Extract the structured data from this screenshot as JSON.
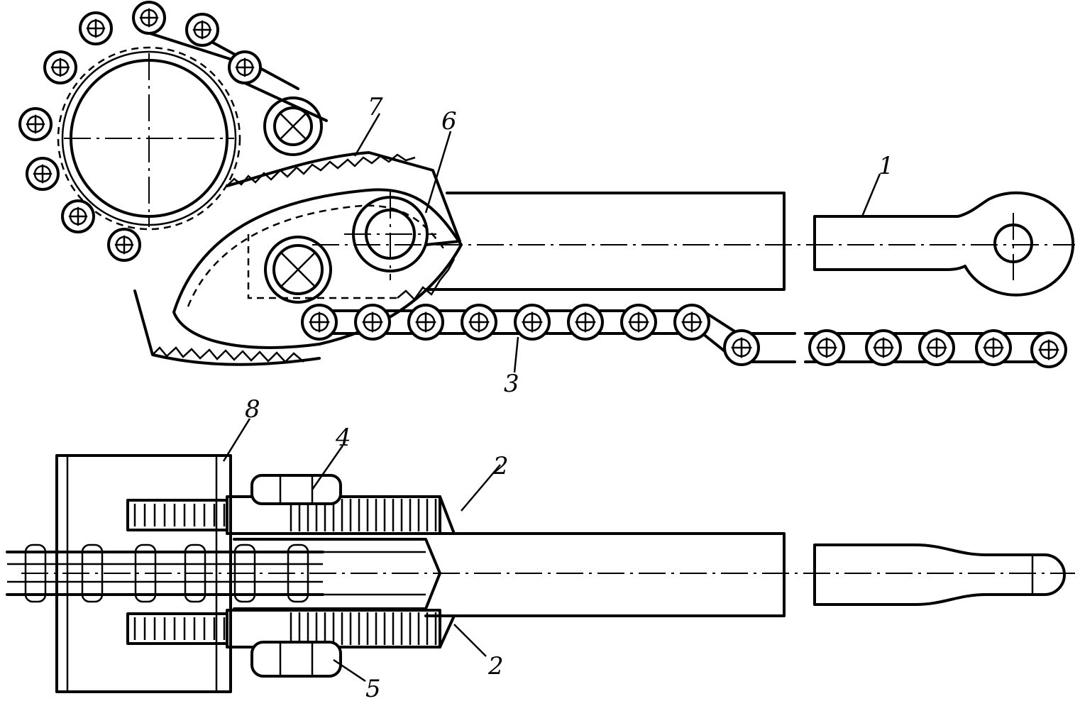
{
  "labels": {
    "l1": "1",
    "l2a": "2",
    "l2b": "2",
    "l3": "3",
    "l4": "4",
    "l5": "5",
    "l6": "6",
    "l7": "7",
    "l8": "8"
  }
}
